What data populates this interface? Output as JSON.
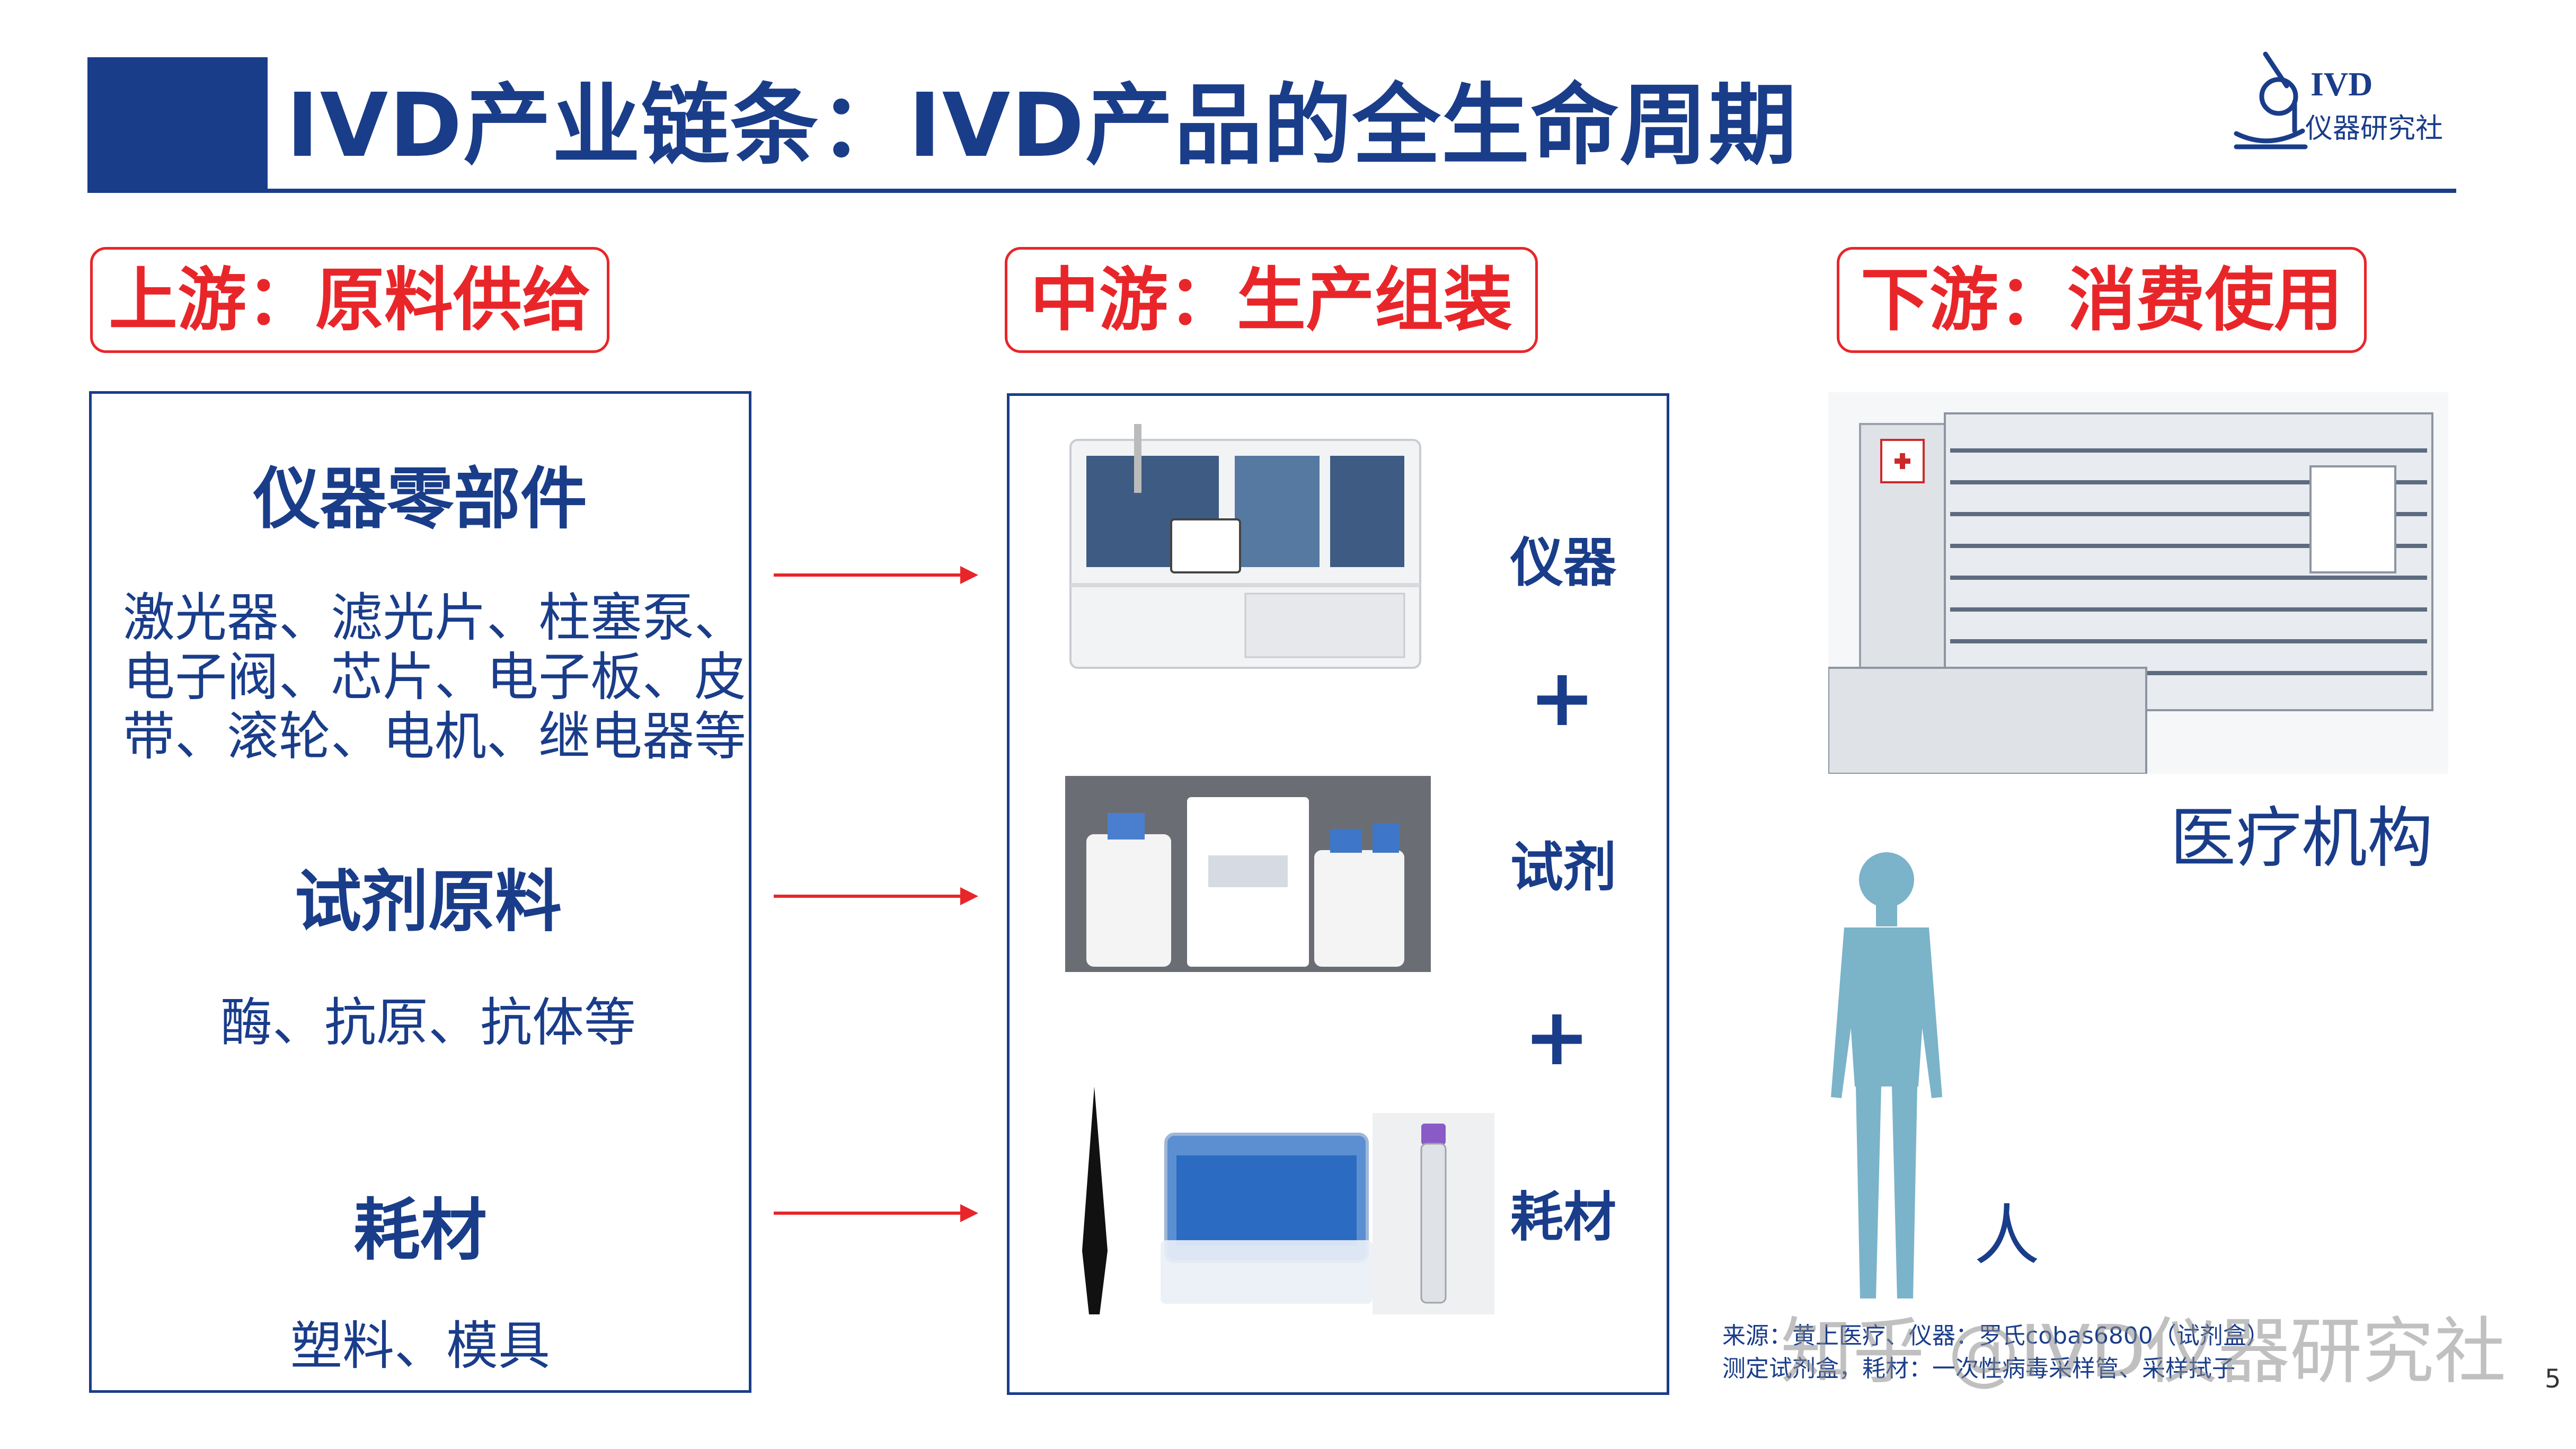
{
  "title": "IVD产业链条：IVD产品的全生命周期",
  "logo": {
    "line1": "IVD",
    "line2": "仪器研究社",
    "icon": "microscope-icon"
  },
  "stages": {
    "upstream": "上游：原料供给",
    "midstream": "中游：生产组装",
    "downstream": "下游：消费使用"
  },
  "upstream": {
    "parts_heading": "仪器零部件",
    "parts_lines": [
      "激光器、滤光片、柱塞泵、",
      "电子阀、芯片、电子板、皮",
      "带、滚轮、电机、继电器等"
    ],
    "reagent_heading": "试剂原料",
    "reagent_text": "酶、抗原、抗体等",
    "consumable_heading": "耗材",
    "consumable_text": "塑料、模具"
  },
  "midstream": {
    "instrument": "仪器",
    "reagent": "试剂",
    "consumable": "耗材",
    "plus": "+"
  },
  "downstream": {
    "hospital": "医疗机构",
    "person": "人"
  },
  "source": [
    "来源：黄上医疗、仪器：罗氏cobas6800（试剂盒）",
    "测定试剂盒，耗材：一次性病毒采样管、采样拭子"
  ],
  "watermark": "知乎 @IVD仪器研究社",
  "page_number": "5",
  "colors": {
    "brand_blue": "#1a3d8a",
    "accent_red": "#e8262a"
  }
}
